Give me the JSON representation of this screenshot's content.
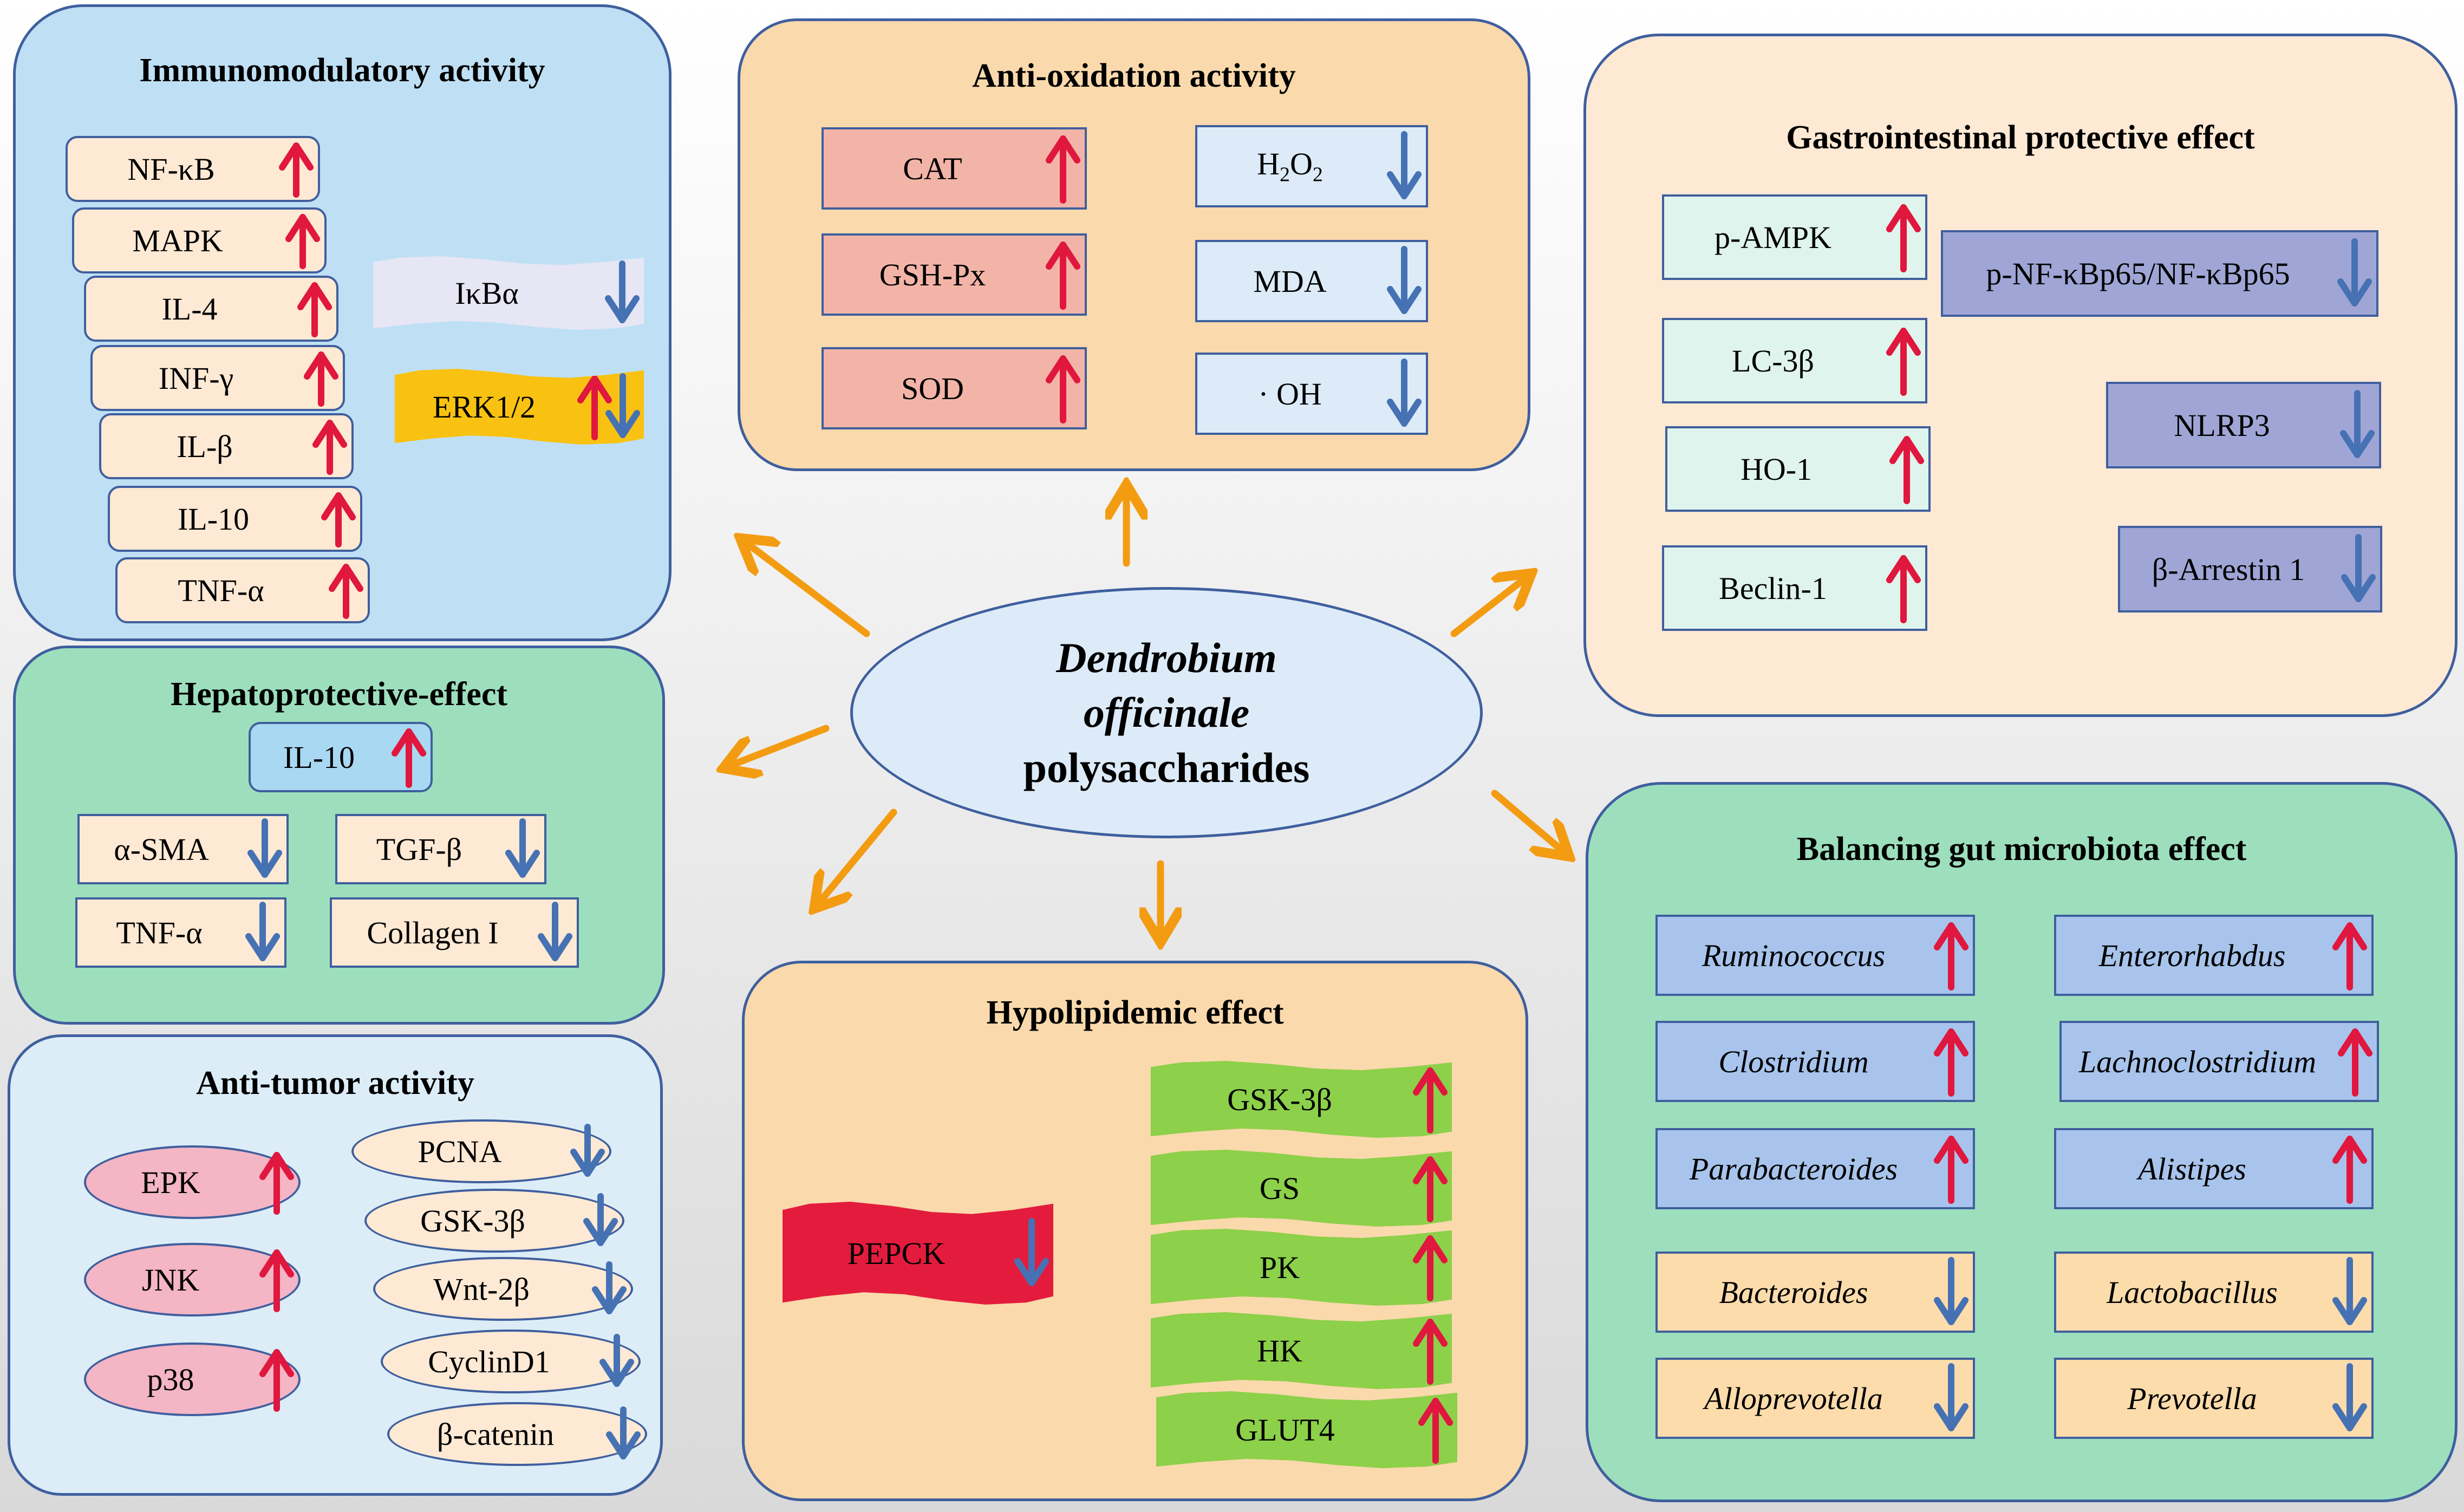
{
  "center": {
    "line1": "Dendrobium",
    "line2": "officinale",
    "line3": "polysaccharides"
  },
  "colors": {
    "up": "#e0173e",
    "down": "#4672b4",
    "connector": "#f39c12",
    "border": "#3f5f9e"
  },
  "panels": {
    "immuno": {
      "title": "Immunomodulatory activity",
      "items": [
        {
          "label": "NF-κB",
          "dir": "up"
        },
        {
          "label": "MAPK",
          "dir": "up"
        },
        {
          "label": "IL-4",
          "dir": "up"
        },
        {
          "label": "INF-γ",
          "dir": "up"
        },
        {
          "label": "IL-β",
          "dir": "up"
        },
        {
          "label": "IL-10",
          "dir": "up"
        },
        {
          "label": "TNF-α",
          "dir": "up"
        }
      ],
      "side": [
        {
          "label": "IκBα",
          "dir": "down"
        },
        {
          "label": "ERK1/2",
          "dir": "both"
        }
      ]
    },
    "antiox": {
      "title": "Anti-oxidation activity",
      "left": [
        {
          "label": "CAT",
          "dir": "up"
        },
        {
          "label": "GSH-Px",
          "dir": "up"
        },
        {
          "label": "SOD",
          "dir": "up"
        }
      ],
      "right": [
        {
          "label": "H2O2",
          "dir": "down"
        },
        {
          "label": "MDA",
          "dir": "down"
        },
        {
          "label": "· OH",
          "dir": "down"
        }
      ]
    },
    "gastro": {
      "title": "Gastrointestinal protective effect",
      "left": [
        {
          "label": "p-AMPK",
          "dir": "up"
        },
        {
          "label": "LC-3β",
          "dir": "up"
        },
        {
          "label": "HO-1",
          "dir": "up"
        },
        {
          "label": "Beclin-1",
          "dir": "up"
        }
      ],
      "right": [
        {
          "label": "p-NF-κBp65/NF-κBp65",
          "dir": "down"
        },
        {
          "label": "NLRP3",
          "dir": "down"
        },
        {
          "label": "β-Arrestin 1",
          "dir": "down"
        }
      ]
    },
    "hepato": {
      "title": "Hepatoprotective-effect",
      "top": {
        "label": "IL-10",
        "dir": "up"
      },
      "items": [
        {
          "label": "α-SMA",
          "dir": "down"
        },
        {
          "label": "TGF-β",
          "dir": "down"
        },
        {
          "label": "TNF-α",
          "dir": "down"
        },
        {
          "label": "Collagen I",
          "dir": "down"
        }
      ]
    },
    "tumor": {
      "title": "Anti-tumor activity",
      "left": [
        {
          "label": "EPK",
          "dir": "up"
        },
        {
          "label": "JNK",
          "dir": "up"
        },
        {
          "label": "p38",
          "dir": "up"
        }
      ],
      "right": [
        {
          "label": "PCNA",
          "dir": "down"
        },
        {
          "label": "GSK-3β",
          "dir": "down"
        },
        {
          "label": "Wnt-2β",
          "dir": "down"
        },
        {
          "label": "CyclinD1",
          "dir": "down"
        },
        {
          "label": "β-catenin",
          "dir": "down"
        }
      ]
    },
    "hypo": {
      "title": "Hypolipidemic effect",
      "left": {
        "label": "PEPCK",
        "dir": "down"
      },
      "right": [
        {
          "label": "GSK-3β",
          "dir": "up"
        },
        {
          "label": "GS",
          "dir": "up"
        },
        {
          "label": "PK",
          "dir": "up"
        },
        {
          "label": "HK",
          "dir": "up"
        },
        {
          "label": "GLUT4",
          "dir": "up"
        }
      ]
    },
    "gut": {
      "title": "Balancing gut microbiota effect",
      "items": [
        {
          "label": "Ruminococcus",
          "dir": "up"
        },
        {
          "label": "Enterorhabdus",
          "dir": "up"
        },
        {
          "label": "Clostridium",
          "dir": "up"
        },
        {
          "label": "Lachnoclostridium",
          "dir": "up"
        },
        {
          "label": "Parabacteroides",
          "dir": "up"
        },
        {
          "label": "Alistipes",
          "dir": "up"
        },
        {
          "label": "Bacteroides",
          "dir": "down"
        },
        {
          "label": "Lactobacillus",
          "dir": "down"
        },
        {
          "label": "Alloprevotella",
          "dir": "down"
        },
        {
          "label": "Prevotella",
          "dir": "down"
        }
      ]
    }
  }
}
